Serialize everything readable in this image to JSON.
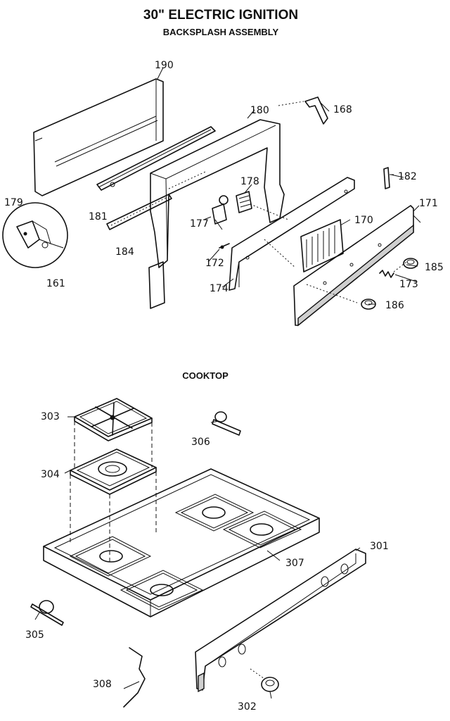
{
  "title": "30\" ELECTRIC IGNITION",
  "subtitle": "BACKSPLASH ASSEMBLY",
  "cooktop_heading": "COOKTOP",
  "parts": {
    "p190": "190",
    "p180": "180",
    "p168": "168",
    "p182": "182",
    "p171": "171",
    "p179": "179",
    "p181": "181",
    "p177": "177",
    "p178": "178",
    "p170": "170",
    "p184": "184",
    "p172": "172",
    "p185": "185",
    "p174": "174",
    "p173": "173",
    "p161": "161",
    "p186": "186",
    "p303": "303",
    "p306": "306",
    "p304": "304",
    "p307": "307",
    "p301": "301",
    "p305": "305",
    "p308": "308",
    "p302": "302"
  }
}
